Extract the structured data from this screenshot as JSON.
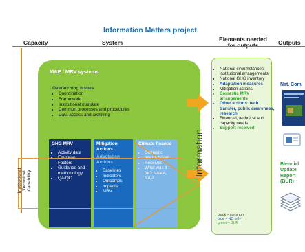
{
  "title": "Information Matters project",
  "headers": {
    "capacity": "Capacity",
    "system": "System",
    "elements_line1": "Elements needed",
    "elements_line2": "for outputs",
    "outputs": "Outputs"
  },
  "system_box": {
    "title": "M&E / MRV systems",
    "overarching_title": "Overarching issues",
    "overarching_items": [
      "Coordination",
      "Framework",
      "Institutional mandate",
      "Common processes and procedures",
      "Data access and archiving"
    ]
  },
  "columns": [
    {
      "title": "GHG MRV",
      "items": [
        "Activity data",
        "Emission Factors",
        "Guidance and methodology",
        "QA/QC"
      ]
    },
    {
      "title": "Mitigation Actions",
      "subtitle": "Adaptation Actions",
      "items": [
        "Baselines",
        "Indicators",
        "Outcomes",
        "Impacts",
        "MRV"
      ]
    },
    {
      "title": "Climate finance",
      "items": [
        "Domestic",
        "International",
        "Received",
        "What was it for? NAMA, NAP"
      ]
    }
  ],
  "institutional_label": "Institutional Technical Capability",
  "information_label": "Information",
  "elements": [
    {
      "text": "National circumstances; institutional arrangements",
      "style": "black"
    },
    {
      "text": "National GHG inventory",
      "style": "black"
    },
    {
      "text": "Adaptation measures",
      "style": "blue"
    },
    {
      "text": "Mitigation actions",
      "style": "black"
    },
    {
      "text": "Domestic MRV arrangements",
      "style": "green"
    },
    {
      "text": "Other actions: tech transfer, public awareness, research",
      "style": "blue"
    },
    {
      "text": "Financial, technical and capacity needs",
      "style": "black"
    },
    {
      "text": "Support received",
      "style": "green"
    }
  ],
  "legend": {
    "line1": "black – common",
    "line2": "blue – NC only",
    "line3": "green – BUR"
  },
  "outputs": {
    "natcom": "Nat. Com",
    "bur_line1": "Biennial",
    "bur_line2": "Update",
    "bur_line3": "Report",
    "bur_line4": "(BUR)"
  },
  "colors": {
    "title_blue": "#1f6fb0",
    "green": "#8cc63f",
    "light_green": "#eaf6da",
    "navy": "#12327a",
    "mid_blue": "#1a6bc0",
    "light_blue": "#7eb6e8",
    "orange": "#f2a51e",
    "legend_green": "#2fa32f",
    "legend_blue": "#1f4ea0"
  }
}
